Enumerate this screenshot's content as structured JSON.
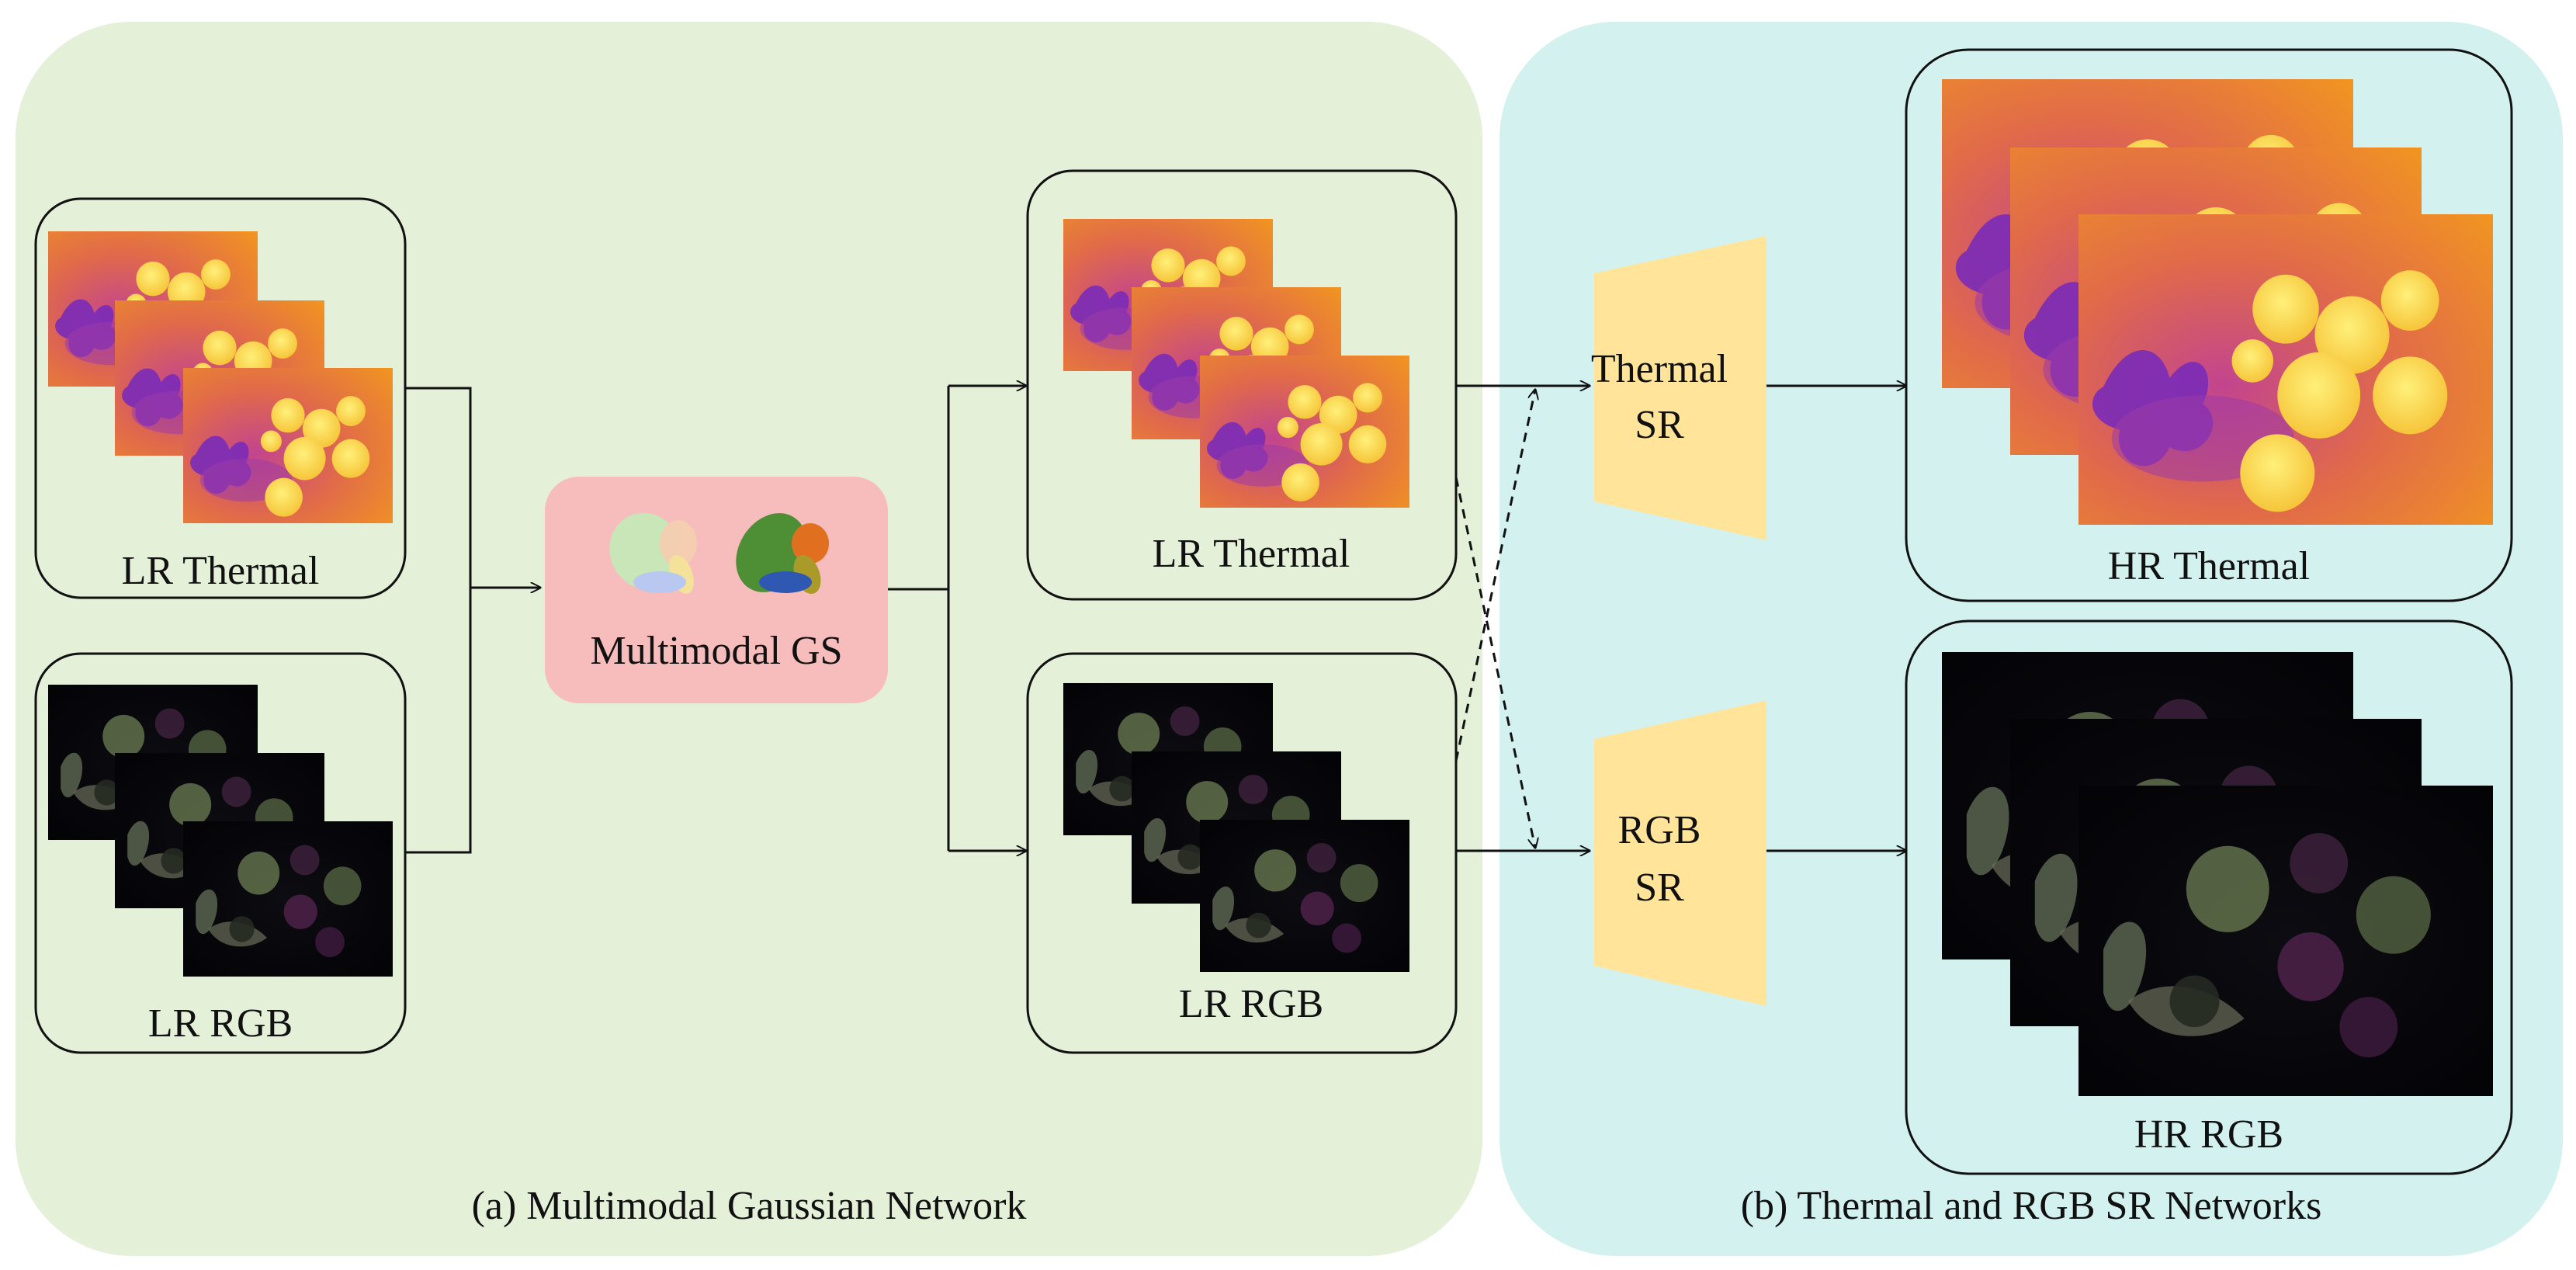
{
  "panels": {
    "left": {
      "caption": "(a) Multimodal Gaussian Network",
      "color": "#e4f0d8"
    },
    "right": {
      "caption": "(b) Thermal and RGB SR Networks",
      "color": "#d3f2ef"
    }
  },
  "inputs": {
    "thermal_label": "LR Thermal",
    "rgb_label": "LR RGB"
  },
  "gs_block": {
    "label": "Multimodal GS",
    "color": "#f7bcbc"
  },
  "outputs_lr": {
    "thermal_label": "LR Thermal",
    "rgb_label": "LR RGB"
  },
  "sr_blocks": {
    "thermal": {
      "line1": "Thermal",
      "line2": "SR"
    },
    "rgb": {
      "line1": "RGB",
      "line2": "SR"
    },
    "color": "#ffe49a"
  },
  "outputs_hr": {
    "thermal_label": "HR Thermal",
    "rgb_label": "HR RGB"
  }
}
